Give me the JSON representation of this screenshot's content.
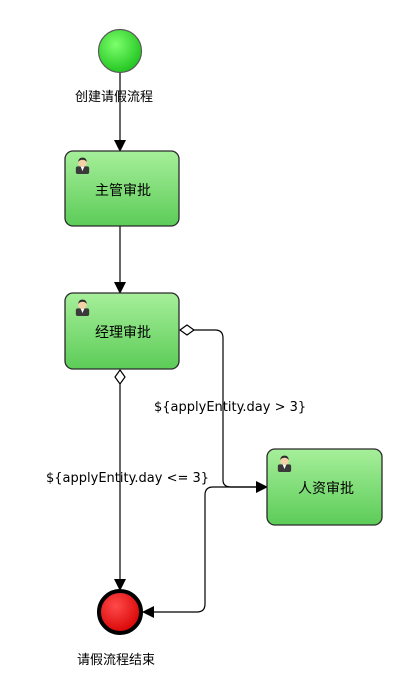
{
  "start_event": {
    "label": "创建请假流程",
    "color": "#33cc33"
  },
  "end_event": {
    "label": "请假流程结束",
    "color": "#ee0000"
  },
  "tasks": [
    {
      "id": "task-supervisor",
      "label": "主管审批",
      "icon": "user-icon"
    },
    {
      "id": "task-manager",
      "label": "经理审批",
      "icon": "user-icon"
    },
    {
      "id": "task-hr",
      "label": "人资审批",
      "icon": "user-icon"
    }
  ],
  "conditions": {
    "to_hr": "${applyEntity.day > 3}",
    "to_end": "${applyEntity.day <= 3}"
  },
  "colors": {
    "task_fill": "#7ddc74",
    "task_stroke": "#2a2a2a",
    "line": "#000000"
  }
}
